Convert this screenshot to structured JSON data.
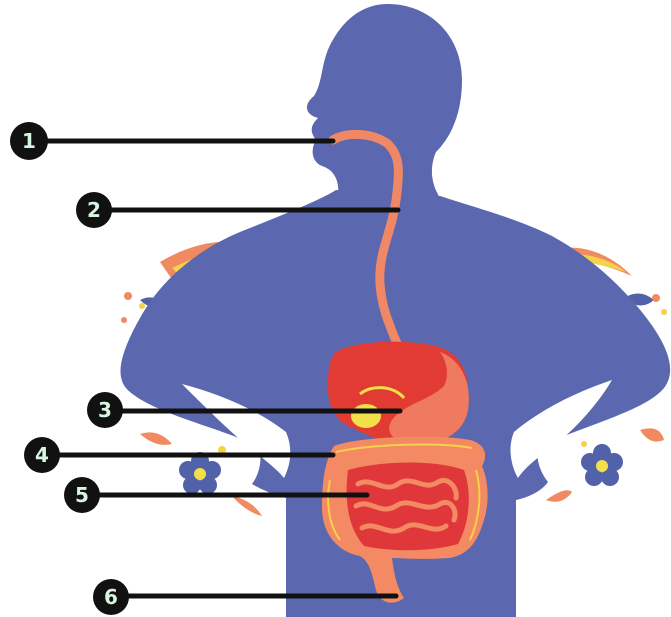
{
  "diagram": {
    "markers": [
      {
        "id": "1",
        "label": "1"
      },
      {
        "id": "2",
        "label": "2"
      },
      {
        "id": "3",
        "label": "3"
      },
      {
        "id": "4",
        "label": "4"
      },
      {
        "id": "5",
        "label": "5"
      },
      {
        "id": "6",
        "label": "6"
      }
    ]
  },
  "colors": {
    "body": "#5B67AE",
    "esophagus": "#F08866",
    "stomach": "#E23B33",
    "stomach_shade": "#F07A5F",
    "intestine": "#F38A63",
    "small_intestine": "#E0373A",
    "gallbladder": "#F2E04A",
    "leader_line": "#111111",
    "marker_fill": "#111111",
    "marker_text": "#d8f5e0",
    "flower_petal": "#5262A8",
    "flower_center": "#F2E04A",
    "decor_orange": "#F08A60",
    "decor_yellow": "#F5D24A"
  }
}
